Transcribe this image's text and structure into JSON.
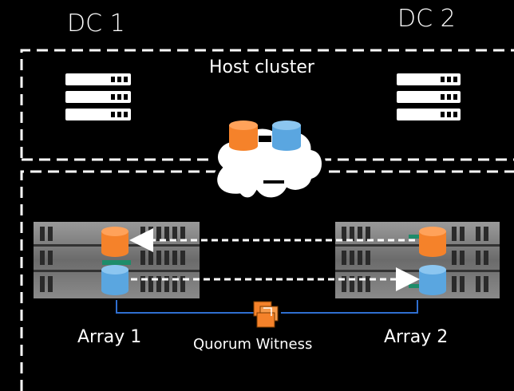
{
  "labels": {
    "dc1": "DC 1",
    "dc2": "DC 2",
    "host_cluster": "Host cluster",
    "array1": "Array 1",
    "array2": "Array 2",
    "quorum": "Quorum Witness"
  },
  "colors": {
    "background": "#000000",
    "dashed_border": "#ffffff",
    "orange_volume": "#f5822a",
    "blue_volume": "#5aa6e0",
    "link_line": "#2f6fd0",
    "quorum_icon": "#f5822a"
  },
  "icons": {
    "server": "server-rack-icon",
    "cloud": "cloud-icon",
    "volume": "database-cylinder-icon",
    "array": "storage-array-icon",
    "quorum": "quorum-witness-icon"
  }
}
